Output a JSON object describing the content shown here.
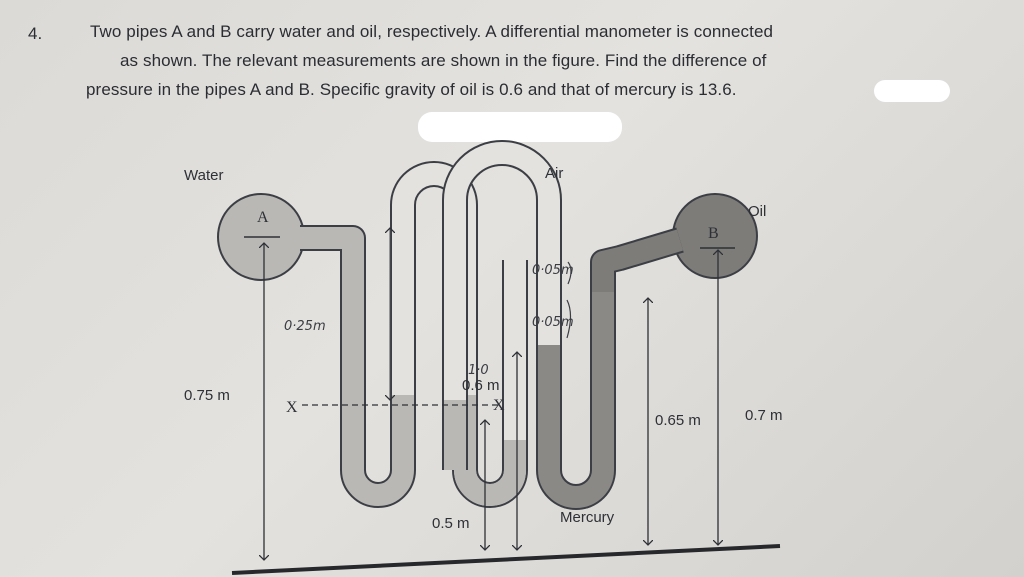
{
  "question": {
    "number": "4.",
    "lines": [
      "Two pipes A and B carry water and oil, respectively. A differential manometer is connected",
      "as shown. The relevant measurements are shown in the figure. Find the difference of",
      "pressure in the pipes A and B. Specific gravity of oil is 0.6 and that of mercury is 13.6."
    ]
  },
  "figure": {
    "labels": {
      "water": "Water",
      "air": "Air",
      "oil": "Oil",
      "mercury": "Mercury",
      "pipe_a": "A",
      "pipe_b": "B",
      "datum_x_left": "X",
      "datum_x_right": "X"
    },
    "dimensions": {
      "a_height": "0.75 m",
      "b_height": "0.7 m",
      "right_limb": "0.65 m",
      "mid_bottom": "0.5 m",
      "mid_top": "0.6 m"
    },
    "handwritten": {
      "left_limb": "0·25m",
      "mid_top_alt": "1·0",
      "air_gap": "0·05m",
      "oil_gap": "0·05m"
    },
    "colors": {
      "water_fill": "#b9b8b4",
      "mercury_fill": "#8a8986",
      "oil_fill": "#7d7c79",
      "outline": "#3b3e44"
    }
  }
}
